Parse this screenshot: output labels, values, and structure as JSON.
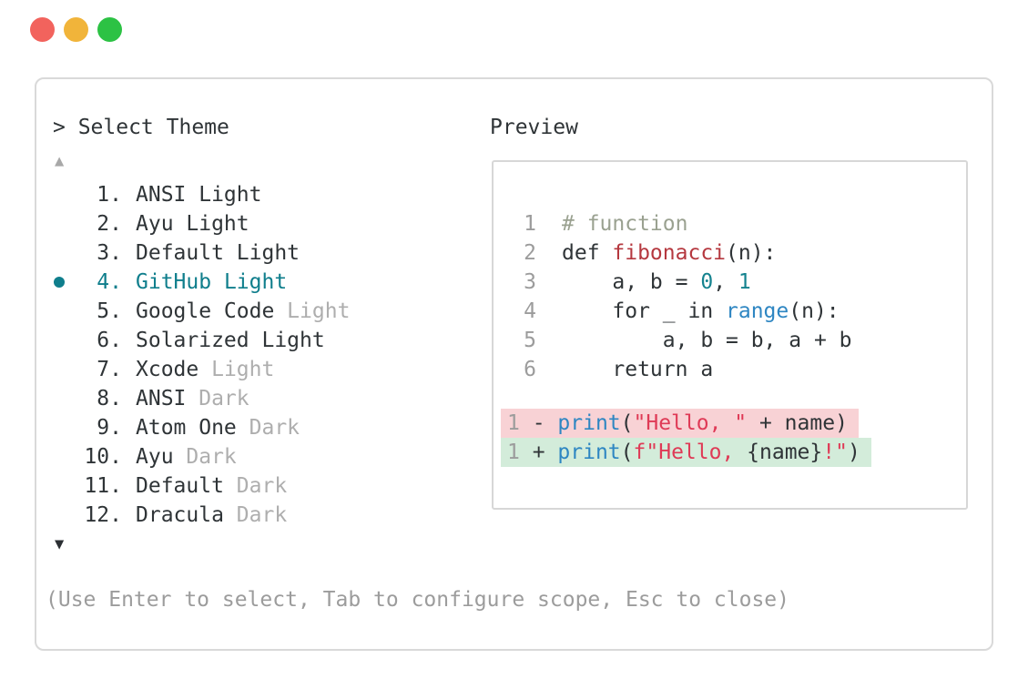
{
  "colors": {
    "fg": "#2f3437",
    "muted": "#aeaeae",
    "gray": "#9c9c9c",
    "teal": "#0f7e8c",
    "comment": "#9aa190",
    "red": "#b5383f",
    "string": "#df3a56",
    "blue": "#2e86c2",
    "numlit": "#15838f",
    "diff_removed_bg": "#f8d2d5",
    "diff_added_bg": "#d3ecda",
    "panel_border": "#d9d9d9",
    "box_border": "#d7d7d7",
    "traffic_red": "#f2635d",
    "traffic_yellow": "#f1b43a",
    "traffic_green": "#2cc244",
    "arrow_disabled": "#a8a8a8",
    "arrow_active": "#2b2f33"
  },
  "theme_picker": {
    "title": "> Select Theme",
    "scroll_up_icon": "▲",
    "scroll_down_icon": "▼",
    "footer": "(Use Enter to select, Tab to configure scope, Esc to close)",
    "items": [
      {
        "number": "1.",
        "name": "ANSI",
        "variant": "Light",
        "muted": false,
        "selected": false
      },
      {
        "number": "2.",
        "name": "Ayu",
        "variant": "Light",
        "muted": false,
        "selected": false
      },
      {
        "number": "3.",
        "name": "Default",
        "variant": "Light",
        "muted": false,
        "selected": false
      },
      {
        "number": "4.",
        "name": "GitHub",
        "variant": "Light",
        "muted": false,
        "selected": true
      },
      {
        "number": "5.",
        "name": "Google Code",
        "variant": "Light",
        "muted": true,
        "selected": false
      },
      {
        "number": "6.",
        "name": "Solarized",
        "variant": "Light",
        "muted": false,
        "selected": false
      },
      {
        "number": "7.",
        "name": "Xcode",
        "variant": "Light",
        "muted": true,
        "selected": false
      },
      {
        "number": "8.",
        "name": "ANSI",
        "variant": "Dark",
        "muted": true,
        "selected": false
      },
      {
        "number": "9.",
        "name": "Atom One",
        "variant": "Dark",
        "muted": true,
        "selected": false
      },
      {
        "number": "10.",
        "name": "Ayu",
        "variant": "Dark",
        "muted": true,
        "selected": false
      },
      {
        "number": "11.",
        "name": "Default",
        "variant": "Dark",
        "muted": true,
        "selected": false
      },
      {
        "number": "12.",
        "name": "Dracula",
        "variant": "Dark",
        "muted": true,
        "selected": false
      }
    ]
  },
  "preview": {
    "title": "Preview",
    "code": {
      "lines": [
        {
          "num": "1",
          "tokens": [
            {
              "text": "# function",
              "color": "comment"
            }
          ]
        },
        {
          "num": "2",
          "tokens": [
            {
              "text": "def ",
              "color": "fg"
            },
            {
              "text": "fibonacci",
              "color": "red"
            },
            {
              "text": "(n):",
              "color": "fg"
            }
          ]
        },
        {
          "num": "3",
          "tokens": [
            {
              "text": "    a, b = ",
              "color": "fg"
            },
            {
              "text": "0",
              "color": "numlit"
            },
            {
              "text": ", ",
              "color": "fg"
            },
            {
              "text": "1",
              "color": "numlit"
            }
          ]
        },
        {
          "num": "4",
          "tokens": [
            {
              "text": "    for _ in ",
              "color": "fg"
            },
            {
              "text": "range",
              "color": "blue"
            },
            {
              "text": "(n):",
              "color": "fg"
            }
          ]
        },
        {
          "num": "5",
          "tokens": [
            {
              "text": "        a, b = b, a + b",
              "color": "fg"
            }
          ]
        },
        {
          "num": "6",
          "tokens": [
            {
              "text": "    return a",
              "color": "fg"
            }
          ]
        }
      ],
      "diff": [
        {
          "kind": "removed",
          "bg": "diff_removed_bg",
          "tokens": [
            {
              "text": "1",
              "color": "gray"
            },
            {
              "text": " - ",
              "color": "fg"
            },
            {
              "text": "print",
              "color": "blue"
            },
            {
              "text": "(",
              "color": "fg"
            },
            {
              "text": "\"Hello, \"",
              "color": "string"
            },
            {
              "text": " + name)",
              "color": "fg"
            }
          ]
        },
        {
          "kind": "added",
          "bg": "diff_added_bg",
          "tokens": [
            {
              "text": "1",
              "color": "gray"
            },
            {
              "text": " + ",
              "color": "fg"
            },
            {
              "text": "print",
              "color": "blue"
            },
            {
              "text": "(",
              "color": "fg"
            },
            {
              "text": "f",
              "color": "string"
            },
            {
              "text": "\"Hello, ",
              "color": "string"
            },
            {
              "text": "{name}",
              "color": "fg"
            },
            {
              "text": "!\"",
              "color": "string"
            },
            {
              "text": ")",
              "color": "fg"
            }
          ]
        }
      ]
    }
  }
}
